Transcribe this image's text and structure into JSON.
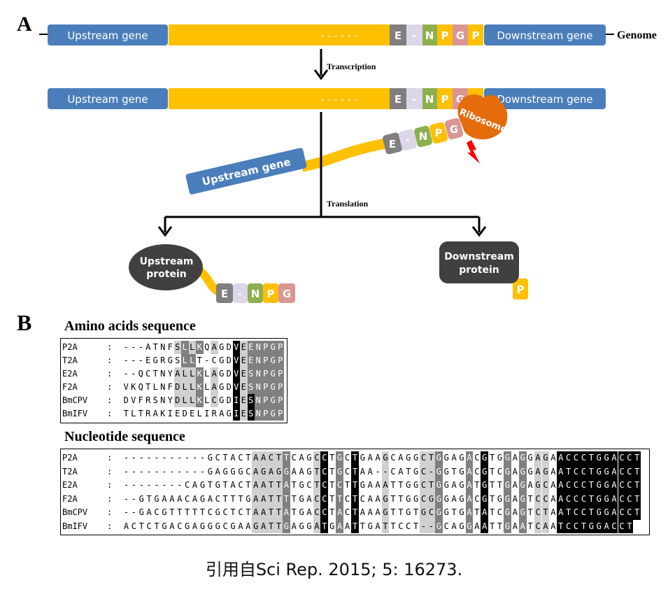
{
  "panel_a": {
    "label": "A",
    "genome_label": "Genome",
    "upstream_gene": "Upstream gene",
    "downstream_gene": "Downstream gene",
    "dashes": "- - - - - -",
    "transcription": "Transcription",
    "translation": "Translation",
    "ribosome": "Ribosome",
    "upstream_protein": [
      "Upstream",
      "protein"
    ],
    "downstream_protein": [
      "Downstream",
      "protein"
    ],
    "peptide_letters": [
      "E",
      "-",
      "N",
      "P",
      "G",
      "P"
    ],
    "colors": {
      "gene_blue": "#4a7ebb",
      "linker_yellow": "#ffc000",
      "E": "#7f7f7f",
      "dash": "#dcd6e8",
      "N": "#8cb04f",
      "P": "#ffc000",
      "G": "#d99694",
      "ribosome": "#e46c0a",
      "protein": "#404040",
      "red_arrow": "#ff0000"
    }
  },
  "panel_b": {
    "label": "B",
    "amino": {
      "title": "Amino acids sequence",
      "rows": [
        {
          "name": "P2A",
          "seq": "---ATNFSLLKQAGDVEENPGP"
        },
        {
          "name": "T2A",
          "seq": "---EGRGSLLT-CGDVEENPGP"
        },
        {
          "name": "E2A",
          "seq": "--QCTNYALLKLAGDVESNPGP"
        },
        {
          "name": "F2A",
          "seq": "VKQTLNFDLLKLAGDVESNPGP"
        },
        {
          "name": "BmCPV",
          "seq": "DVFRSNYDLLKLCGDIESNPGP"
        },
        {
          "name": "BmIFV",
          "seq": "TLTRAKIEDELIRAGIESNPGP"
        }
      ],
      "shade": [
        "0000000121201003122222",
        "0000000022000003122222",
        "0000000111201003122222",
        "0000000111201003122222",
        "0000000111201003132222",
        "0000000000000003132222"
      ]
    },
    "nucleotide": {
      "title": "Nucleotide sequence",
      "rows": [
        {
          "name": "P2A",
          "seq": "-----------GCTACTAACTTCAGCCTGCTGAAGCAGGCTGGAGACGTGGAGGAGAACCCTGGACCT"
        },
        {
          "name": "T2A",
          "seq": "-----------GAGGGCAGAGGAAGTCTGCTAA--CATGC-GGTGACGTCGAGGAGAATCCTGGACCT"
        },
        {
          "name": "E2A",
          "seq": "--------CAGTGTACTAATTATGCTCTCTTGAAATTGGCTGGAGATGTTGAGAGCAACCCTGGACCT"
        },
        {
          "name": "F2A",
          "seq": "--GTGAAACAGACTTTGAATTTTGACCTTCTCAAGTTGGCGGGAGACGTGGAGTCCAACCCTGGACCT"
        },
        {
          "name": "BmCPV",
          "seq": "--GACGTTTTTCGCTCTAATTATGACCTACTAAAGTTGTGCGGTGATATCGAGTCTAATCCTGGACCT"
        },
        {
          "name": "BmIFV",
          "seq": "ACTCTGACGAGGGCGAAGATTGAGGATGAATTGATTCCT--GCAGGAATTGAATCAATCCTGGACCT"
        }
      ],
      "shade": [
        "00000000000000000111120001302030001000011200020300202011033333333333",
        "00000000000000000111120001302030001000011200020300202011033333333333",
        "00000000000000000111120001302030001000011200020300202011033333333333",
        "00000000000000000111120001302030001000011200020300202011033333333333",
        "00000000000000000111120001302030001000011200020300202011033333333333",
        "00000000000000000111120001302030001000011200020300202011033333333333"
      ]
    }
  },
  "citation": "引用自Sci Rep. 2015; 5: 16273."
}
